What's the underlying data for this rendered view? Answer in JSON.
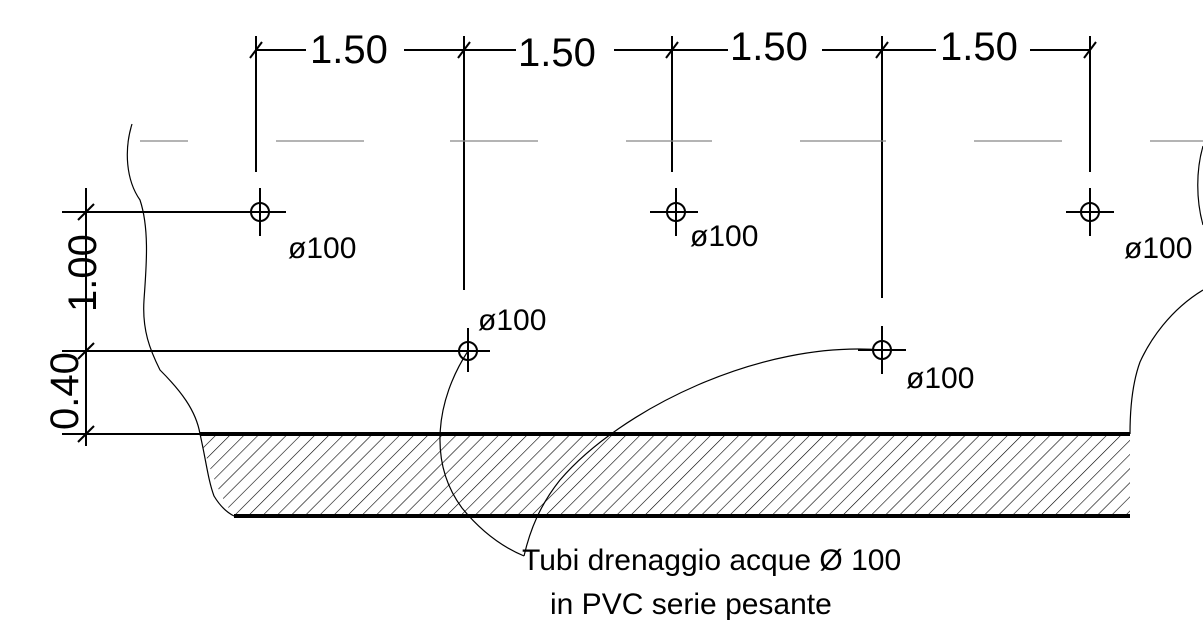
{
  "dimensions": {
    "horizontal": [
      "1.50",
      "1.50",
      "1.50",
      "1.50"
    ],
    "vertical": [
      "1.00",
      "0.40"
    ]
  },
  "pipes": [
    "ø100",
    "ø100",
    "ø100",
    "ø100",
    "ø100"
  ],
  "note": {
    "line1": "Tubi drenaggio acque Ø 100",
    "line2": "in PVC serie pesante"
  }
}
